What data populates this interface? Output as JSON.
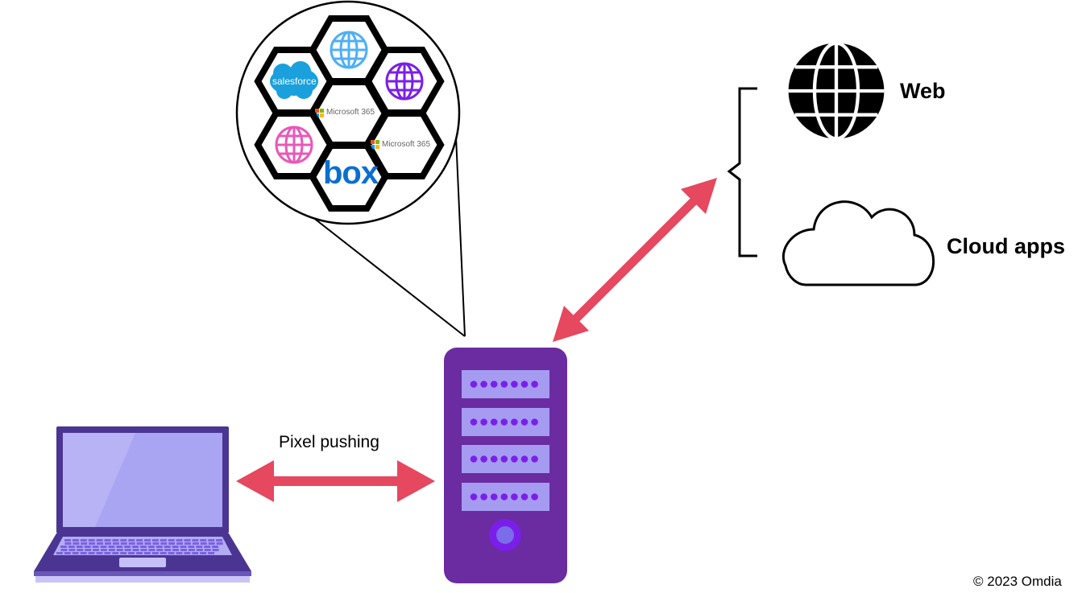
{
  "labels": {
    "web": "Web",
    "cloud_apps": "Cloud apps",
    "pixel_pushing": "Pixel pushing",
    "copyright": "© 2023 Omdia"
  },
  "apps": {
    "salesforce": "salesforce",
    "microsoft_1": "Microsoft 365",
    "microsoft_2": "Microsoft 365",
    "box": "box"
  },
  "colors": {
    "arrow": "#e5485f",
    "server": "#6a2ca0",
    "server_slot": "#a59cf2",
    "server_dot": "#7b1fe8",
    "laptop_frame": "#4b3592",
    "laptop_screen": "#aaa5f2",
    "globe_blue": "#4fb0f5",
    "globe_purple": "#7b1fe8",
    "globe_pink": "#e858b8",
    "salesforce": "#1aa0dc",
    "box": "#0b6fd0"
  }
}
